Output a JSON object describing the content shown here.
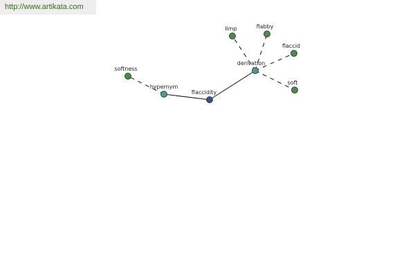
{
  "banner": {
    "url_text": "http://www.artikata.com"
  },
  "colors": {
    "center_node": "#3d4f8a",
    "relation_node": "#4a9a9a",
    "leaf_node": "#4a8a4a",
    "node_stroke": "#2a2a2a",
    "edge": "#111111"
  },
  "graph": {
    "nodes": [
      {
        "id": "flaccidity",
        "label": "flaccidity",
        "kind": "center"
      },
      {
        "id": "hypernym",
        "label": "hypernym",
        "kind": "relation"
      },
      {
        "id": "derivation",
        "label": "derivation",
        "kind": "relation"
      },
      {
        "id": "softness",
        "label": "softness",
        "kind": "leaf"
      },
      {
        "id": "limp",
        "label": "limp",
        "kind": "leaf"
      },
      {
        "id": "flabby",
        "label": "flabby",
        "kind": "leaf"
      },
      {
        "id": "flaccid",
        "label": "flaccid",
        "kind": "leaf"
      },
      {
        "id": "soft",
        "label": "soft",
        "kind": "leaf"
      }
    ],
    "edges": [
      {
        "from": "flaccidity",
        "to": "hypernym",
        "style": "solid"
      },
      {
        "from": "flaccidity",
        "to": "derivation",
        "style": "solid"
      },
      {
        "from": "hypernym",
        "to": "softness",
        "style": "dashed"
      },
      {
        "from": "derivation",
        "to": "limp",
        "style": "dashed"
      },
      {
        "from": "derivation",
        "to": "flabby",
        "style": "dashed"
      },
      {
        "from": "derivation",
        "to": "flaccid",
        "style": "dashed"
      },
      {
        "from": "derivation",
        "to": "soft",
        "style": "dashed"
      }
    ]
  }
}
